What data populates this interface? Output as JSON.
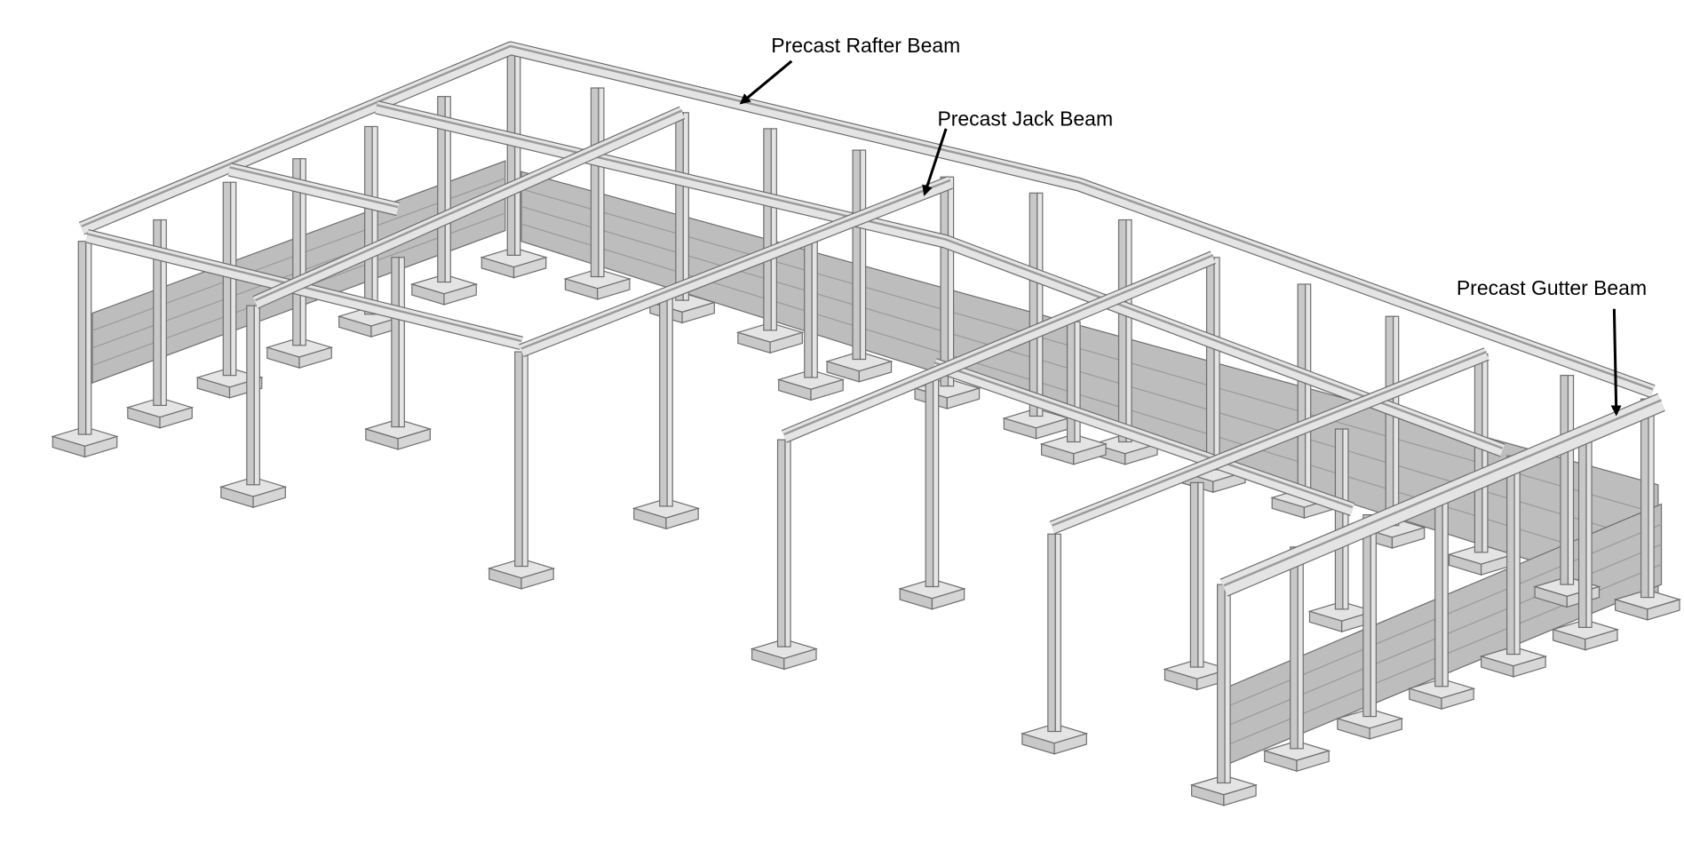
{
  "labels": {
    "rafter_beam": "Precast Rafter Beam",
    "jack_beam": "Precast Jack Beam",
    "gutter_beam": "Precast Gutter Beam"
  },
  "colors": {
    "concrete_light": "#e4e4e4",
    "concrete_mid": "#c8c8c8",
    "concrete_dark": "#9a9a9a",
    "outline": "#6e6e6e",
    "wall": "#bdbdbd",
    "annotation": "#000000"
  }
}
